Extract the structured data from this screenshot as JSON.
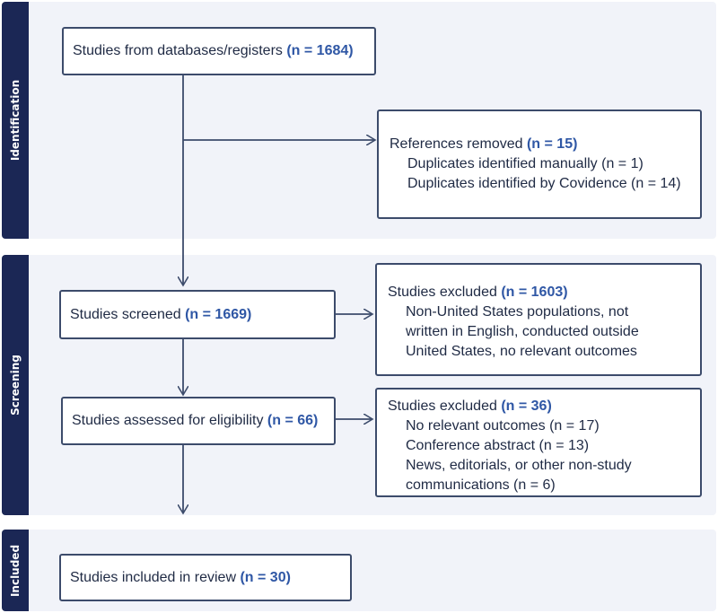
{
  "phases": {
    "identification": "Identification",
    "screening": "Screening",
    "included": "Included"
  },
  "boxes": {
    "databases": {
      "label": "Studies from databases/registers ",
      "n": "(n = 1684)"
    },
    "removed": {
      "label": "References removed ",
      "n": "(n = 15)",
      "items": [
        "Duplicates identified manually (n = 1)",
        "Duplicates identified by Covidence (n = 14)"
      ]
    },
    "screened": {
      "label": "Studies screened ",
      "n": "(n = 1669)"
    },
    "excluded_screen": {
      "label": "Studies excluded ",
      "n": "(n = 1603)",
      "items": [
        "Non-United States populations, not",
        "written in English, conducted outside",
        "United States, no relevant outcomes"
      ]
    },
    "eligibility": {
      "label": "Studies assessed for eligibility ",
      "n": "(n = 66)"
    },
    "excluded_elig": {
      "label": "Studies excluded ",
      "n": "(n = 36)",
      "items": [
        "No relevant outcomes (n = 17)",
        "Conference abstract (n = 13)",
        "News, editorials, or other non-study",
        "communications (n = 6)"
      ]
    },
    "included": {
      "label": "Studies included in review ",
      "n": "(n = 30)"
    }
  },
  "colors": {
    "sidebar": "#1b2755",
    "band": "#f1f3f9",
    "accent": "#2f57a5",
    "border": "#3c4b6b"
  }
}
